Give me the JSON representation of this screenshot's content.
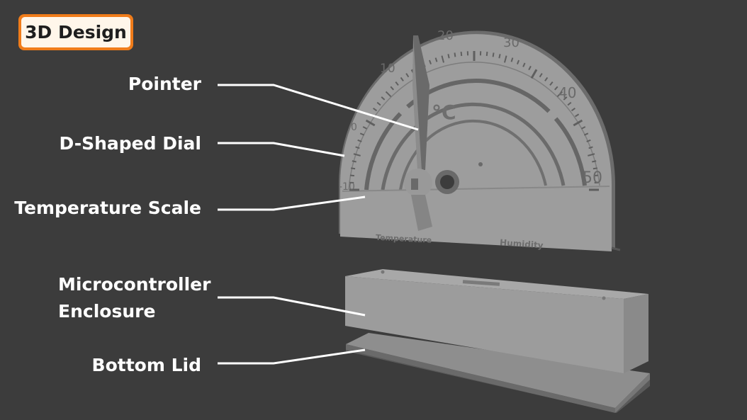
{
  "badge": {
    "text": "3D Design",
    "accent": "#f07c1a"
  },
  "callouts": {
    "pointer": "Pointer",
    "dial": "D-Shaped Dial",
    "scale": "Temperature Scale",
    "enclosure_line1": "Microcontroller",
    "enclosure_line2": "Enclosure",
    "lid": "Bottom Lid"
  },
  "dial": {
    "unit_symbol": "°C",
    "ticks": [
      "0",
      "10",
      "20",
      "30",
      "40",
      "50"
    ],
    "left_ticks": [
      "-10"
    ],
    "bottom_left_label": "Temperature",
    "bottom_right_label": "Humidity"
  },
  "colors": {
    "background": "#3c3c3c",
    "model_face": "#9a9a9a",
    "model_shadow": "#5e5e5e",
    "callout_line": "#ffffff"
  }
}
